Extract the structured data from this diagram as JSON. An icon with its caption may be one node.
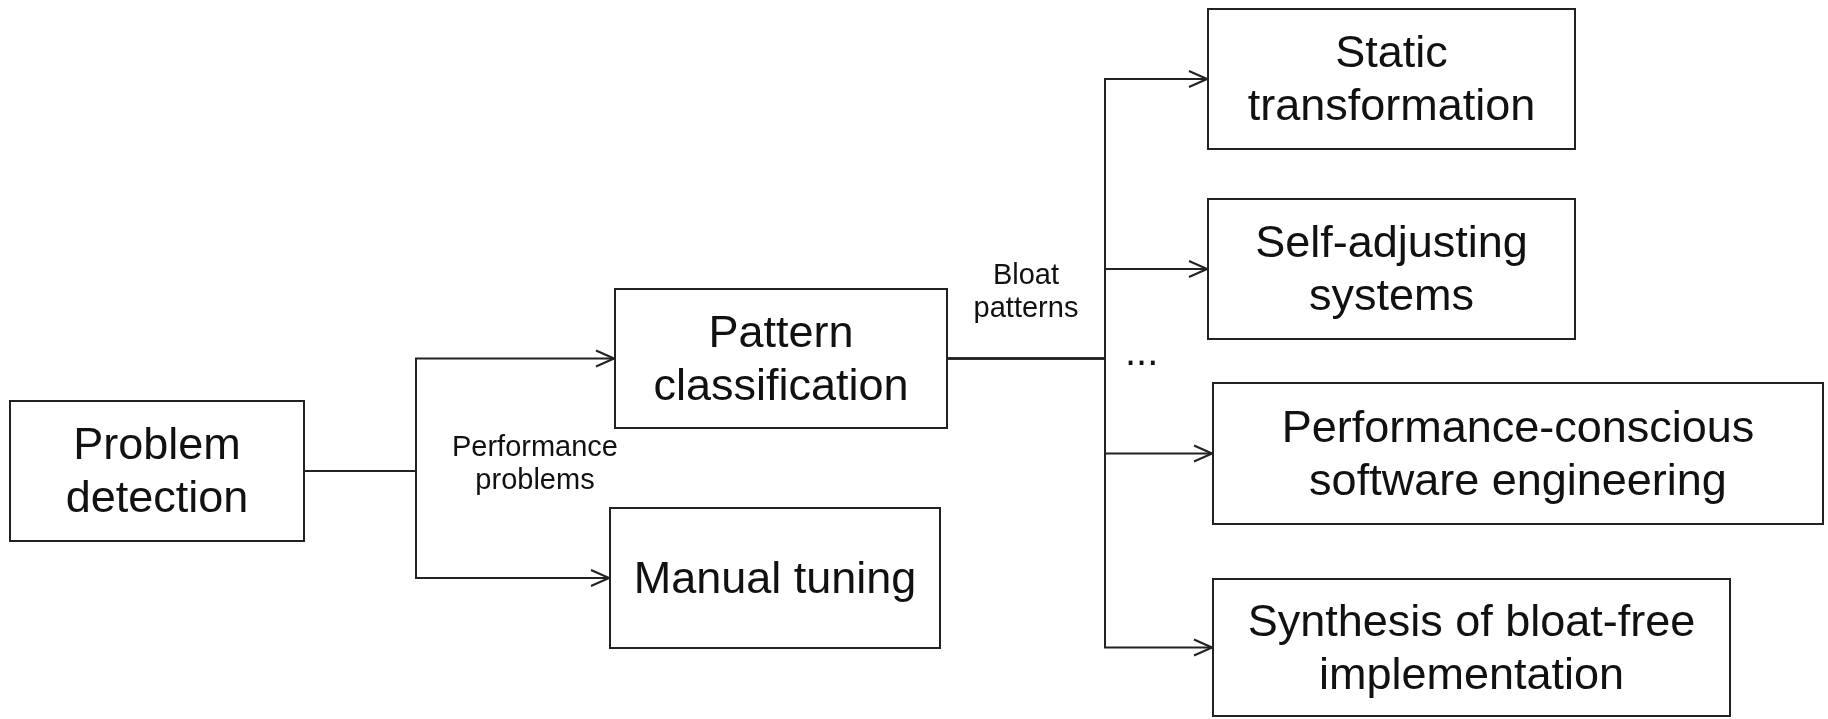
{
  "diagram": {
    "nodes": [
      {
        "text": [
          "Problem detection"
        ]
      },
      {
        "text": [
          "Pattern classification"
        ]
      },
      {
        "text": [
          "Manual tuning"
        ]
      },
      {
        "text": [
          "Static transformation"
        ]
      },
      {
        "text": [
          "Self-adjusting systems"
        ]
      },
      {
        "text": [
          "Performance-conscious software engineering"
        ]
      },
      {
        "text": [
          "Synthesis of bloat-free implementation"
        ]
      }
    ],
    "edges": [
      {
        "from": 0,
        "to": 1,
        "arrow": "to",
        "label": "Performance problems"
      },
      {
        "from": 0,
        "to": 2,
        "arrow": "to"
      },
      {
        "from": 1,
        "to": 3,
        "arrow": "to",
        "label": "Bloat patterns"
      },
      {
        "from": 1,
        "to": 4,
        "arrow": "to"
      },
      {
        "from": 1,
        "to": 5,
        "arrow": "to"
      },
      {
        "from": 1,
        "to": 6,
        "arrow": "to"
      }
    ],
    "labels": [
      "..."
    ]
  }
}
